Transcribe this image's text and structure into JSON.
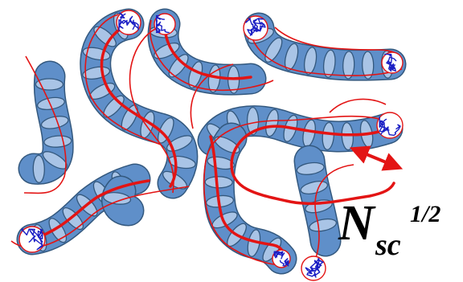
{
  "figure": {
    "label": {
      "base": "N",
      "subscript": "sc",
      "exponent": "1/2"
    }
  },
  "colors": {
    "segment_fill": "#5f8fc9",
    "segment_end_fill": "#a9c4e6",
    "segment_stroke": "#33587e",
    "contour_red": "#e31414",
    "coil_blue": "#1b1fc4",
    "label": "#000000"
  },
  "icons": {
    "arrow": "double-headed-arrow",
    "coil": "random-walk-coil"
  }
}
